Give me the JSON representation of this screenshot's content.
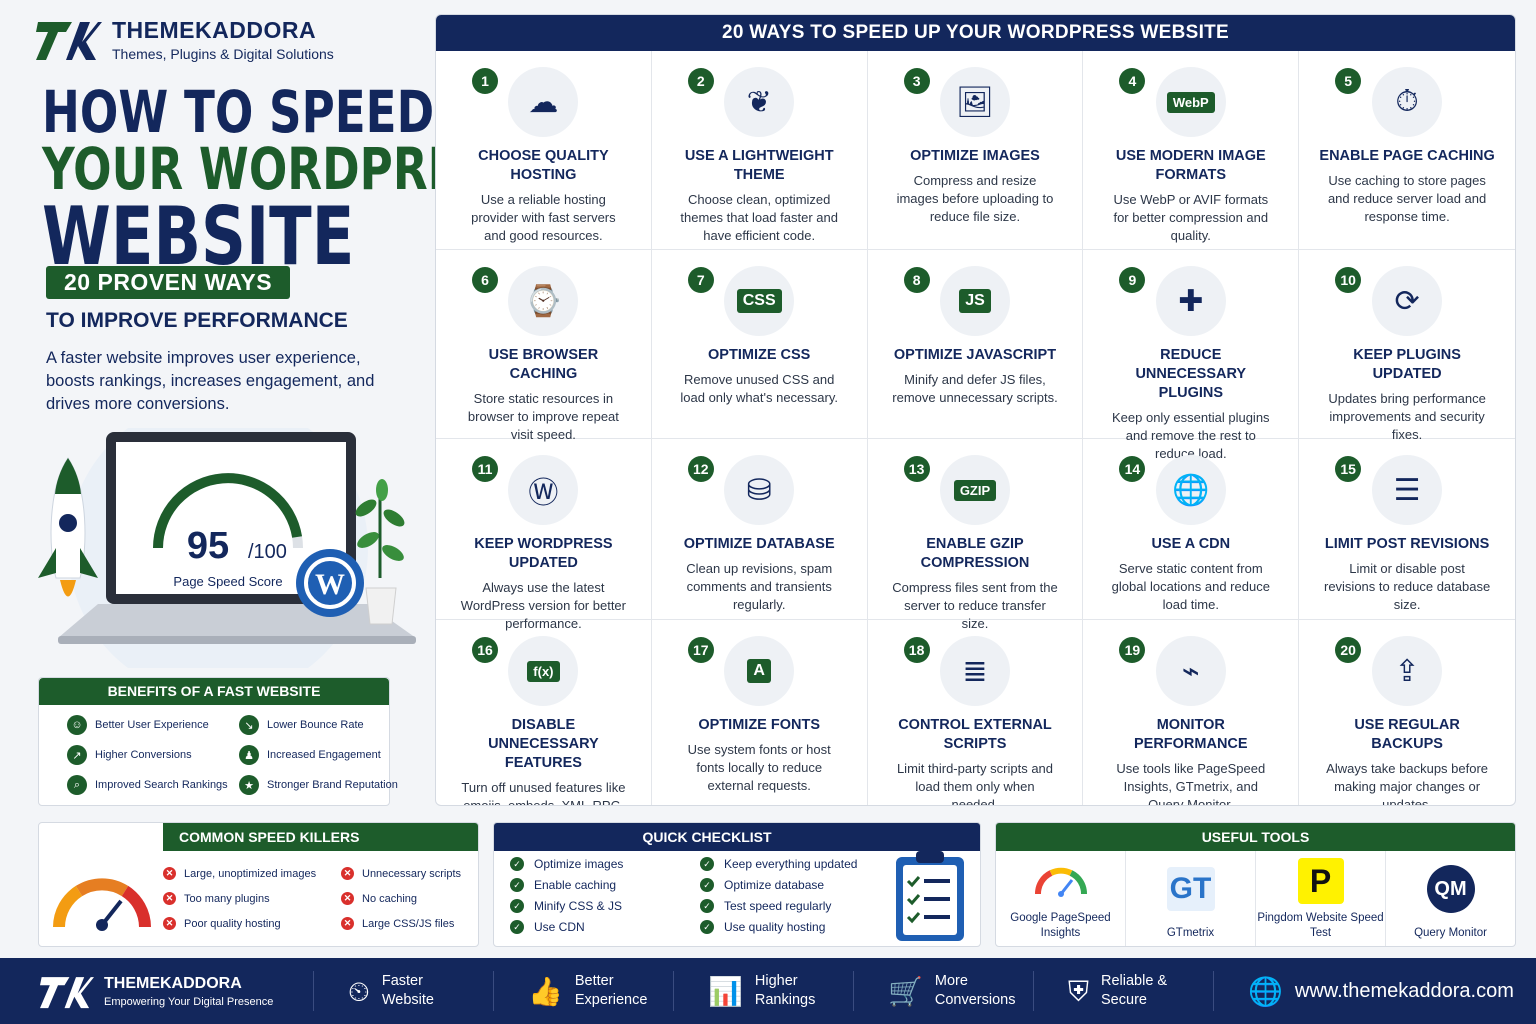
{
  "brand": {
    "name": "THEMEKADDORA",
    "tagline": "Themes, Plugins & Digital Solutions"
  },
  "headline": {
    "line1": "HOW TO SPEED UP",
    "line2": "YOUR WORDPRESS",
    "line3": "WEBSITE"
  },
  "subheadline": {
    "badge": "20 PROVEN WAYS",
    "text": "TO IMPROVE PERFORMANCE"
  },
  "intro": "A faster website improves user experience, boosts rankings, increases engagement, and drives more conversions.",
  "hero": {
    "score": "95",
    "score_max": "/100",
    "score_label": "Page Speed Score",
    "score_value": 0.95
  },
  "benefits": {
    "title": "BENEFITS OF A FAST WEBSITE",
    "items": [
      {
        "label": "Better User Experience",
        "icon": "smile-icon"
      },
      {
        "label": "Lower Bounce Rate",
        "icon": "chart-down-icon"
      },
      {
        "label": "Higher Conversions",
        "icon": "chart-up-icon"
      },
      {
        "label": "Increased Engagement",
        "icon": "users-icon"
      },
      {
        "label": "Improved Search Rankings",
        "icon": "search-icon"
      },
      {
        "label": "Stronger Brand Reputation",
        "icon": "award-icon"
      }
    ]
  },
  "panel": {
    "title": "20 WAYS TO SPEED UP YOUR WORDPRESS WEBSITE",
    "items": [
      {
        "num": "1",
        "title": "CHOOSE QUALITY HOSTING",
        "desc": "Use a reliable hosting provider with fast servers and good resources.",
        "icon": "cloud-server-icon"
      },
      {
        "num": "2",
        "title": "USE A LIGHTWEIGHT THEME",
        "desc": "Choose clean, optimized themes that load faster and have efficient code.",
        "icon": "leaf-window-icon"
      },
      {
        "num": "3",
        "title": "OPTIMIZE IMAGES",
        "desc": "Compress and resize images before uploading to reduce file size.",
        "icon": "image-icon"
      },
      {
        "num": "4",
        "title": "USE MODERN IMAGE FORMATS",
        "desc": "Use WebP or AVIF formats for better compression and quality.",
        "icon": "webp-file-icon",
        "icon_text": "WebP"
      },
      {
        "num": "5",
        "title": "ENABLE PAGE CACHING",
        "desc": "Use caching to store pages and reduce server load and response time.",
        "icon": "page-clock-icon"
      },
      {
        "num": "6",
        "title": "USE BROWSER CACHING",
        "desc": "Store static resources in browser to improve repeat visit speed.",
        "icon": "browser-gauge-icon"
      },
      {
        "num": "7",
        "title": "OPTIMIZE CSS",
        "desc": "Remove unused CSS and load only what's necessary.",
        "icon": "css-file-icon",
        "icon_text": "CSS"
      },
      {
        "num": "8",
        "title": "OPTIMIZE JAVASCRIPT",
        "desc": "Minify and defer JS files, remove unnecessary scripts.",
        "icon": "js-file-icon",
        "icon_text": "JS"
      },
      {
        "num": "9",
        "title": "REDUCE UNNECESSARY PLUGINS",
        "desc": "Keep only essential plugins and remove the rest to reduce load.",
        "icon": "puzzle-icon"
      },
      {
        "num": "10",
        "title": "KEEP PLUGINS UPDATED",
        "desc": "Updates bring performance improvements and security fixes.",
        "icon": "refresh-icon"
      },
      {
        "num": "11",
        "title": "KEEP WORDPRESS UPDATED",
        "desc": "Always use the latest WordPress version for better performance.",
        "icon": "wordpress-icon"
      },
      {
        "num": "12",
        "title": "OPTIMIZE DATABASE",
        "desc": "Clean up revisions, spam comments and transients regularly.",
        "icon": "database-icon"
      },
      {
        "num": "13",
        "title": "ENABLE GZIP COMPRESSION",
        "desc": "Compress files sent from the server to reduce transfer size.",
        "icon": "gzip-file-icon",
        "icon_text": "GZIP"
      },
      {
        "num": "14",
        "title": "USE A CDN",
        "desc": "Serve static content from global locations and reduce load time.",
        "icon": "globe-icon"
      },
      {
        "num": "15",
        "title": "LIMIT POST REVISIONS",
        "desc": "Limit or disable post revisions to reduce database size.",
        "icon": "document-list-icon"
      },
      {
        "num": "16",
        "title": "DISABLE UNNECESSARY FEATURES",
        "desc": "Turn off unused features like emojis, embeds, XML-RPC, etc.",
        "icon": "function-icon",
        "icon_text": "f(x)"
      },
      {
        "num": "17",
        "title": "OPTIMIZE FONTS",
        "desc": "Use system fonts or host fonts locally to reduce external requests.",
        "icon": "font-icon",
        "icon_text": "A"
      },
      {
        "num": "18",
        "title": "CONTROL EXTERNAL SCRIPTS",
        "desc": "Limit third-party scripts and load them only when needed.",
        "icon": "list-icon"
      },
      {
        "num": "19",
        "title": "MONITOR PERFORMANCE",
        "desc": "Use tools like PageSpeed Insights, GTmetrix, and Query Monitor.",
        "icon": "monitor-pulse-icon"
      },
      {
        "num": "20",
        "title": "USE REGULAR BACKUPS",
        "desc": "Always take backups before making major changes or updates.",
        "icon": "cloud-upload-icon"
      }
    ]
  },
  "speed_killers": {
    "title": "COMMON SPEED KILLERS",
    "items": [
      "Large, unoptimized images",
      "Unnecessary scripts",
      "Too many plugins",
      "No caching",
      "Poor quality hosting",
      "Large CSS/JS files"
    ]
  },
  "checklist": {
    "title": "QUICK CHECKLIST",
    "items": [
      "Optimize images",
      "Keep everything updated",
      "Enable caching",
      "Optimize database",
      "Minify CSS & JS",
      "Test speed regularly",
      "Use CDN",
      "Use quality hosting"
    ]
  },
  "tools": {
    "title": "USEFUL TOOLS",
    "items": [
      {
        "name": "Google PageSpeed Insights",
        "icon": "pagespeed-icon"
      },
      {
        "name": "GTmetrix",
        "icon": "gtmetrix-icon",
        "icon_text": "GT"
      },
      {
        "name": "Pingdom Website Speed Test",
        "icon": "pingdom-icon",
        "icon_text": "P"
      },
      {
        "name": "Query Monitor",
        "icon": "query-monitor-icon",
        "icon_text": "QM"
      }
    ]
  },
  "footer": {
    "brand": "THEMEKADDORA",
    "tagline": "Empowering Your Digital Presence",
    "features": [
      {
        "label": "Faster Website",
        "icon": "speedometer-icon"
      },
      {
        "label": "Better Experience",
        "icon": "thumbs-up-icon"
      },
      {
        "label": "Higher Rankings",
        "icon": "bar-chart-icon"
      },
      {
        "label": "More Conversions",
        "icon": "cart-icon"
      },
      {
        "label": "Reliable & Secure",
        "icon": "shield-icon"
      }
    ],
    "website": "www.themekaddora.com"
  },
  "colors": {
    "navy": "#13275c",
    "green": "#1d5c2b",
    "red": "#d9302c"
  }
}
